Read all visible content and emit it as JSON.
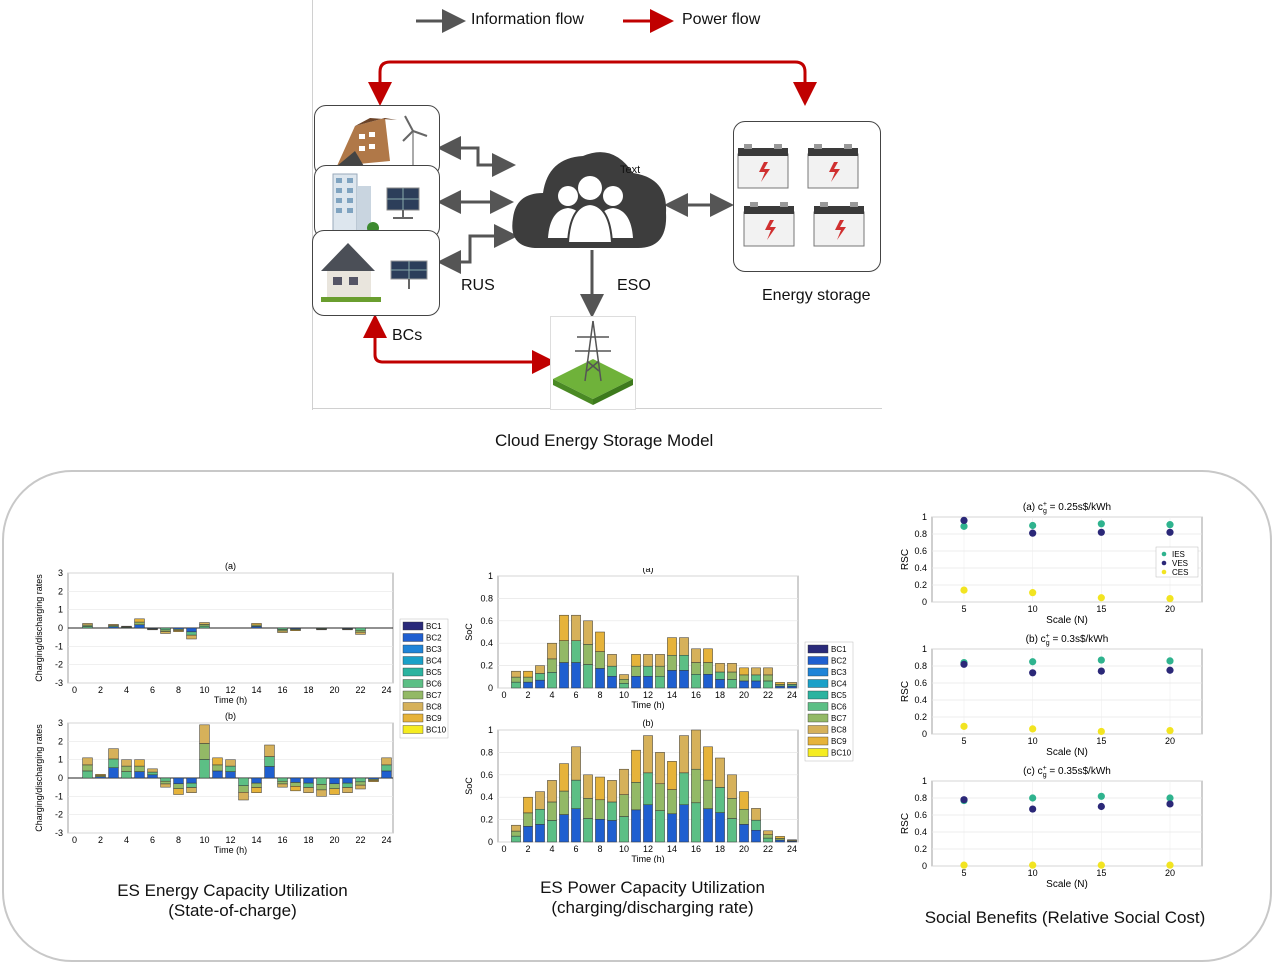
{
  "diagram": {
    "legend": {
      "info": "Information flow",
      "power": "Power flow"
    },
    "text_placeholder": "Text",
    "labels": {
      "rus": "RUS",
      "eso": "ESO",
      "energy_storage": "Energy storage",
      "bcs": "BCs"
    },
    "title": "Cloud Energy Storage Model",
    "colors": {
      "info_arrow": "#555555",
      "power_arrow": "#c00000"
    }
  },
  "captions": {
    "left_line1": "ES Energy Capacity Utilization",
    "left_line2": "(State-of-charge)",
    "mid_line1": "ES Power Capacity Utilization",
    "mid_line2": "(charging/discharging rate)",
    "right": "Social Benefits  (Relative Social Cost)"
  },
  "chart_data": [
    {
      "type": "bar",
      "id": "left",
      "panels": [
        "(a)",
        "(b)"
      ],
      "xlabel": "Time (h)",
      "ylabel": "Charging/discharging rates",
      "ylim": [
        -3,
        3
      ],
      "yticks": [
        "3",
        "2",
        "1",
        "0",
        "-1",
        "-2",
        "-3"
      ],
      "xticks": [
        "0",
        "2",
        "4",
        "6",
        "8",
        "10",
        "12",
        "14",
        "16",
        "18",
        "20",
        "22",
        "24"
      ],
      "legend": [
        "BC1",
        "BC2",
        "BC3",
        "BC4",
        "BC5",
        "BC6",
        "BC7",
        "BC8",
        "BC9",
        "BC10"
      ],
      "colors": [
        "#2a2a7a",
        "#1f5fd0",
        "#1f84d8",
        "#1aa0c8",
        "#2bb3a0",
        "#5cbf85",
        "#93b966",
        "#d6b15a",
        "#e6b33a",
        "#f5ec20"
      ],
      "a_values": [
        0,
        0.25,
        0,
        0.2,
        0.1,
        0.5,
        -0.1,
        -0.3,
        -0.2,
        -0.6,
        0.3,
        0,
        0,
        0,
        0.25,
        0,
        -0.25,
        -0.15,
        0,
        -0.1,
        0,
        -0.1,
        -0.35,
        0,
        0
      ],
      "b_values": [
        0,
        1.1,
        0.2,
        1.6,
        1.0,
        1.0,
        0.5,
        -0.5,
        -0.9,
        -0.8,
        2.9,
        1.1,
        1.0,
        -1.2,
        -0.8,
        1.8,
        -0.5,
        -0.7,
        -0.8,
        -1.0,
        -0.9,
        -0.8,
        -0.6,
        -0.2,
        1.1
      ]
    },
    {
      "type": "bar",
      "id": "mid",
      "panels": [
        "(a)",
        "(b)"
      ],
      "xlabel": "Time (h)",
      "ylabel": "SoC",
      "ylim": [
        0,
        1
      ],
      "yticks": [
        "1",
        "0.8",
        "0.6",
        "0.4",
        "0.2",
        "0"
      ],
      "xticks": [
        "0",
        "2",
        "4",
        "6",
        "8",
        "10",
        "12",
        "14",
        "16",
        "18",
        "20",
        "22",
        "24"
      ],
      "legend": [
        "BC1",
        "BC2",
        "BC3",
        "BC4",
        "BC5",
        "BC6",
        "BC7",
        "BC8",
        "BC9",
        "BC10"
      ],
      "colors": [
        "#2a2a7a",
        "#1f5fd0",
        "#1f84d8",
        "#1aa0c8",
        "#2bb3a0",
        "#5cbf85",
        "#93b966",
        "#d6b15a",
        "#e6b33a",
        "#f5ec20"
      ],
      "a_values": [
        0,
        0.15,
        0.15,
        0.2,
        0.4,
        0.65,
        0.65,
        0.6,
        0.5,
        0.3,
        0.12,
        0.3,
        0.3,
        0.3,
        0.45,
        0.45,
        0.35,
        0.35,
        0.22,
        0.22,
        0.18,
        0.18,
        0.18,
        0.05,
        0.05
      ],
      "b_values": [
        0,
        0.15,
        0.4,
        0.45,
        0.55,
        0.7,
        0.85,
        0.6,
        0.58,
        0.55,
        0.65,
        0.82,
        0.95,
        0.8,
        0.72,
        0.95,
        1.0,
        0.85,
        0.75,
        0.6,
        0.45,
        0.3,
        0.1,
        0.05,
        0.02
      ]
    },
    {
      "type": "scatter",
      "id": "right",
      "xlabel": "Scale (N)",
      "ylabel": "RSC",
      "xticks": [
        "5",
        "10",
        "15",
        "20"
      ],
      "yticks": [
        "1",
        "0.8",
        "0.6",
        "0.4",
        "0.2",
        "0"
      ],
      "ylim": [
        0,
        1
      ],
      "series_names": [
        "IES",
        "VES",
        "CES"
      ],
      "colors": [
        "#2fb38e",
        "#2b2878",
        "#f2e421"
      ],
      "panels": [
        {
          "title_prefix": "(a) c",
          "title_suffix": " = 0.25s$/kWh",
          "ies": [
            0.89,
            0.9,
            0.92,
            0.91
          ],
          "ves": [
            0.96,
            0.81,
            0.82,
            0.82
          ],
          "ces": [
            0.14,
            0.11,
            0.05,
            0.04
          ]
        },
        {
          "title_prefix": "(b) c",
          "title_suffix": " = 0.3s$/kWh",
          "ies": [
            0.84,
            0.85,
            0.87,
            0.86
          ],
          "ves": [
            0.82,
            0.72,
            0.74,
            0.75
          ],
          "ces": [
            0.09,
            0.06,
            0.03,
            0.04
          ]
        },
        {
          "title_prefix": "(c) c",
          "title_suffix": " = 0.35s$/kWh",
          "ies": [
            0.77,
            0.8,
            0.82,
            0.8
          ],
          "ves": [
            0.78,
            0.67,
            0.7,
            0.73
          ],
          "ces": [
            0.01,
            0.01,
            0.01,
            0.01
          ]
        }
      ]
    }
  ]
}
